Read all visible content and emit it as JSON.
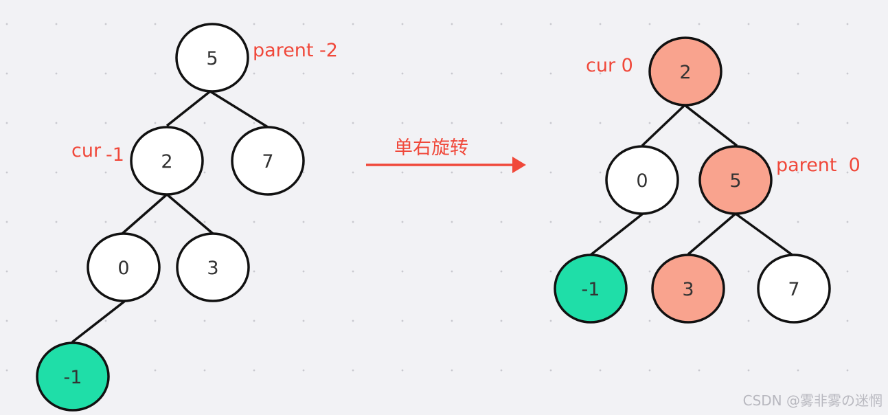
{
  "colors": {
    "edge": "#111111",
    "annotation": "#f0483a",
    "white_node": "#ffffff",
    "green_node": "#1fdea8",
    "salmon_node": "#f9a38e",
    "background": "#f2f2f5"
  },
  "before_tree": {
    "nodes": {
      "n5": {
        "label": "5",
        "fill": "white"
      },
      "n2": {
        "label": "2",
        "fill": "white"
      },
      "n7": {
        "label": "7",
        "fill": "white"
      },
      "n0": {
        "label": "0",
        "fill": "white"
      },
      "n3": {
        "label": "3",
        "fill": "white"
      },
      "nm1": {
        "label": "-1",
        "fill": "green"
      }
    },
    "annotations": {
      "parent_label": "parent",
      "parent_value": "-2",
      "cur_label": "cur",
      "cur_value": "-1"
    }
  },
  "operation": {
    "label": "单右旋转"
  },
  "after_tree": {
    "nodes": {
      "n2": {
        "label": "2",
        "fill": "salmon"
      },
      "n0": {
        "label": "0",
        "fill": "white"
      },
      "n5": {
        "label": "5",
        "fill": "salmon"
      },
      "nm1": {
        "label": "-1",
        "fill": "green"
      },
      "n3": {
        "label": "3",
        "fill": "salmon"
      },
      "n7": {
        "label": "7",
        "fill": "white"
      }
    },
    "annotations": {
      "cur_text": "cur 0",
      "parent_text": "parent  0"
    }
  },
  "watermark": "CSDN @雾非雾の迷惘"
}
